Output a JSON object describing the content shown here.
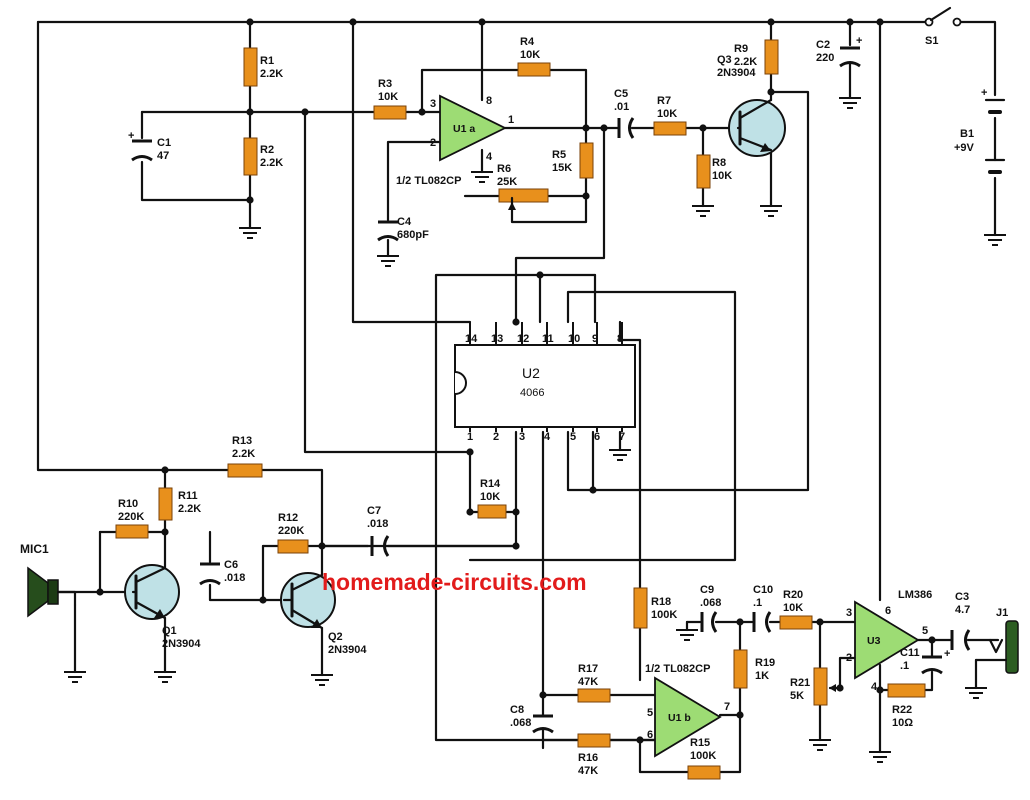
{
  "watermark": "homemade-circuits.com",
  "switch": {
    "name": "S1"
  },
  "battery": {
    "name": "B1",
    "value": "+9V"
  },
  "resistors": {
    "R1": {
      "name": "R1",
      "value": "2.2K"
    },
    "R2": {
      "name": "R2",
      "value": "2.2K"
    },
    "R3": {
      "name": "R3",
      "value": "10K"
    },
    "R4": {
      "name": "R4",
      "value": "10K"
    },
    "R5": {
      "name": "R5",
      "value": "15K"
    },
    "R6": {
      "name": "R6",
      "value": "25K"
    },
    "R7": {
      "name": "R7",
      "value": "10K"
    },
    "R8": {
      "name": "R8",
      "value": "10K"
    },
    "R9": {
      "name": "R9",
      "value": "2.2K"
    },
    "R10": {
      "name": "R10",
      "value": "220K"
    },
    "R11": {
      "name": "R11",
      "value": "2.2K"
    },
    "R12": {
      "name": "R12",
      "value": "220K"
    },
    "R13": {
      "name": "R13",
      "value": "2.2K"
    },
    "R14": {
      "name": "R14",
      "value": "10K"
    },
    "R15": {
      "name": "R15",
      "value": "100K"
    },
    "R16": {
      "name": "R16",
      "value": "47K"
    },
    "R17": {
      "name": "R17",
      "value": "47K"
    },
    "R18": {
      "name": "R18",
      "value": "100K"
    },
    "R19": {
      "name": "R19",
      "value": "1K"
    },
    "R20": {
      "name": "R20",
      "value": "10K"
    },
    "R21": {
      "name": "R21",
      "value": "5K"
    },
    "R22": {
      "name": "R22",
      "value": "10Ω"
    }
  },
  "capacitors": {
    "C1": {
      "name": "C1",
      "value": "47"
    },
    "C2": {
      "name": "C2",
      "value": "220"
    },
    "C3": {
      "name": "C3",
      "value": "4.7"
    },
    "C4": {
      "name": "C4",
      "value": "680pF"
    },
    "C5": {
      "name": "C5",
      "value": ".01"
    },
    "C6": {
      "name": "C6",
      "value": ".018"
    },
    "C7": {
      "name": "C7",
      "value": ".018"
    },
    "C8": {
      "name": "C8",
      "value": ".068"
    },
    "C9": {
      "name": "C9",
      "value": ".068"
    },
    "C10": {
      "name": "C10",
      "value": ".1"
    },
    "C11": {
      "name": "C11",
      "value": ".1"
    }
  },
  "transistors": {
    "Q1": {
      "name": "Q1",
      "part": "2N3904"
    },
    "Q2": {
      "name": "Q2",
      "part": "2N3904"
    },
    "Q3": {
      "name": "Q3",
      "part": "2N3904"
    }
  },
  "opamps": {
    "U1a": {
      "label": "U1 a",
      "part": "1/2 TL082CP",
      "pins": [
        "3",
        "2",
        "8",
        "4",
        "1"
      ]
    },
    "U1b": {
      "label": "U1 b",
      "part": "1/2 TL082CP",
      "pins": [
        "5",
        "6",
        "7"
      ]
    },
    "U3": {
      "label": "U3",
      "part": "LM386",
      "pins": [
        "3",
        "2",
        "6",
        "4",
        "5"
      ]
    }
  },
  "ic_4066": {
    "ref": "U2",
    "part": "4066",
    "top_pins": [
      "14",
      "13",
      "12",
      "11",
      "10",
      "9",
      "8"
    ],
    "bottom_pins": [
      "1",
      "2",
      "3",
      "4",
      "5",
      "6",
      "7"
    ]
  },
  "mic": {
    "name": "MIC1"
  },
  "jack": {
    "name": "J1"
  },
  "plus": "+"
}
